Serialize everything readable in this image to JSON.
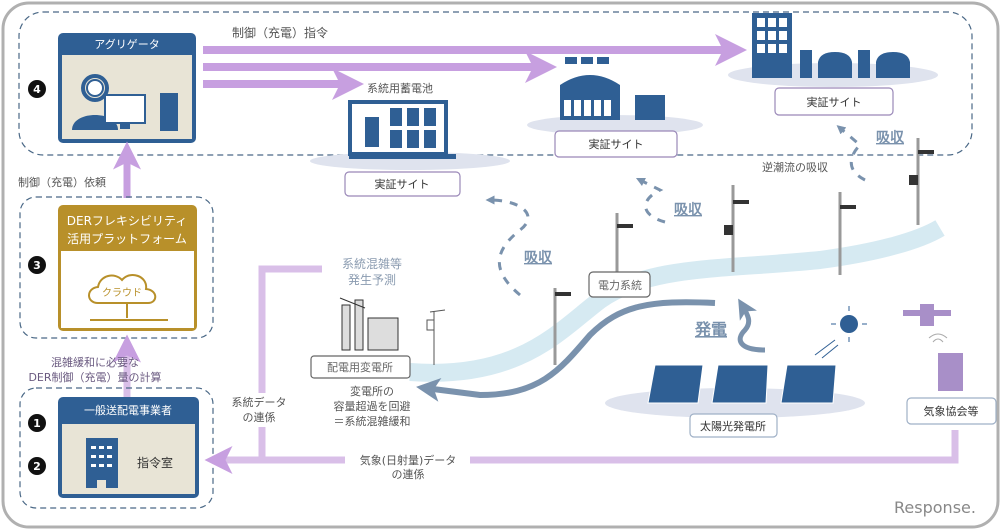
{
  "colors": {
    "navy": "#2f5f94",
    "gold": "#b8902a",
    "purple_arrow": "#c79fe0",
    "light_purple": "#d9bfe8",
    "grid_band": "#d6eaf2",
    "flow_arrow": "#7a92ad",
    "dash": "#4a6886",
    "text_gray": "#555555",
    "text_light": "#8a9bb0"
  },
  "aggregator": {
    "title": "アグリゲータ",
    "number": "4"
  },
  "platform": {
    "title_line1": "DERフレキシビリティ",
    "title_line2": "活用プラットフォーム",
    "cloud": "クラウド",
    "number": "3"
  },
  "tso": {
    "title": "一般送配電事業者",
    "room": "指令室",
    "numbers": [
      "1",
      "2"
    ]
  },
  "labels": {
    "control_command": "制御（充電）指令",
    "control_request": "制御（充電）依頼",
    "calc_line1": "混雑緩和に必要な",
    "calc_line2": "DER制御（充電）量の計算",
    "grid_data_line1": "系統データ",
    "grid_data_line2": "の連係",
    "weather_data_line1": "気象(日射量)データ",
    "weather_data_line2": "の連係",
    "congestion_line1": "系統混雑等",
    "congestion_line2": "発生予測",
    "substation": "配電用変電所",
    "avoid_line1": "変電所の",
    "avoid_line2": "容量超過を回避",
    "avoid_line3": "＝系統混雑緩和",
    "battery": "系統用蓄電池",
    "site": "実証サイト",
    "absorb": "吸収",
    "reverse_flow": "逆潮流の吸収",
    "power_grid": "電力系統",
    "generation": "発電",
    "solar_plant": "太陽光発電所",
    "weather_assoc": "気象協会等"
  },
  "watermark": "Response."
}
